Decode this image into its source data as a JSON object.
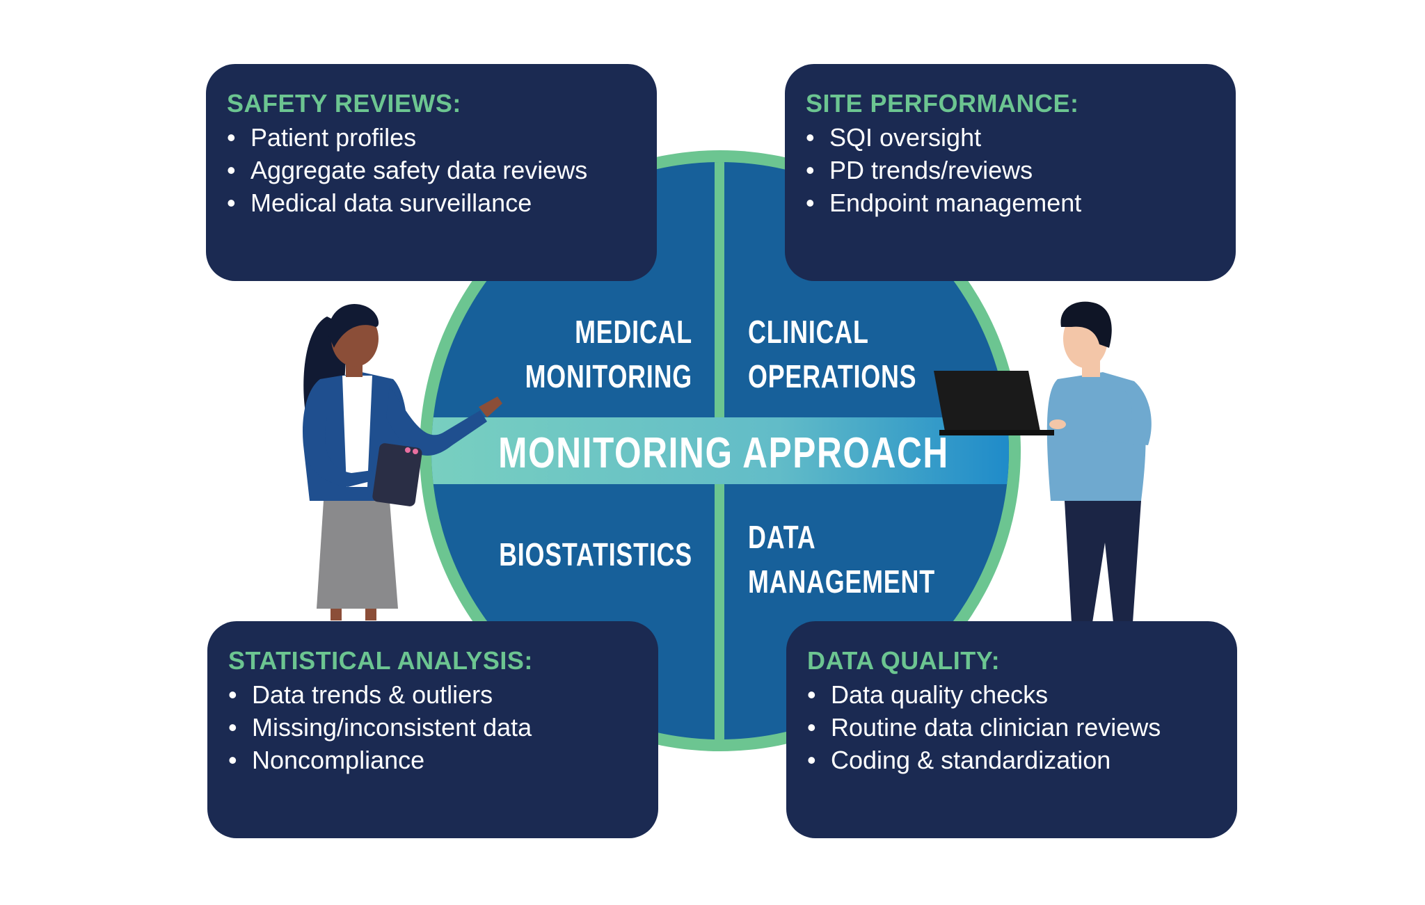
{
  "center": {
    "title": "MONITORING APPROACH",
    "quadrants": [
      {
        "id": "medical",
        "lines": [
          "MEDICAL",
          "MONITORING"
        ]
      },
      {
        "id": "clinical",
        "lines": [
          "CLINICAL",
          "OPERATIONS"
        ]
      },
      {
        "id": "biostat",
        "lines": [
          "BIOSTATISTICS"
        ]
      },
      {
        "id": "datamgmt",
        "lines": [
          "DATA",
          "MANAGEMENT"
        ]
      }
    ]
  },
  "cards": {
    "safety": {
      "title": "SAFETY REVIEWS:",
      "items": [
        "Patient profiles",
        "Aggregate safety data reviews",
        "Medical data surveillance"
      ]
    },
    "site": {
      "title": "SITE PERFORMANCE:",
      "items": [
        "SQI oversight",
        "PD trends/reviews",
        "Endpoint management"
      ]
    },
    "statistical": {
      "title": "STATISTICAL ANALYSIS:",
      "items": [
        "Data trends & outliers",
        "Missing/inconsistent data",
        "Noncompliance"
      ]
    },
    "quality": {
      "title": "DATA QUALITY:",
      "items": [
        "Data quality checks",
        "Routine data clinician reviews",
        "Coding & standardization"
      ]
    }
  },
  "colors": {
    "card_bg": "#1b2a52",
    "card_title": "#6cc591",
    "circle_ring": "#6cc591",
    "circle_fill": "#17609a",
    "band_start": "#78cfc0",
    "band_end": "#1f8bc9"
  },
  "icons": [
    "woman-presenter-illustration",
    "man-with-laptop-illustration",
    "tablet-icon",
    "laptop-icon"
  ]
}
